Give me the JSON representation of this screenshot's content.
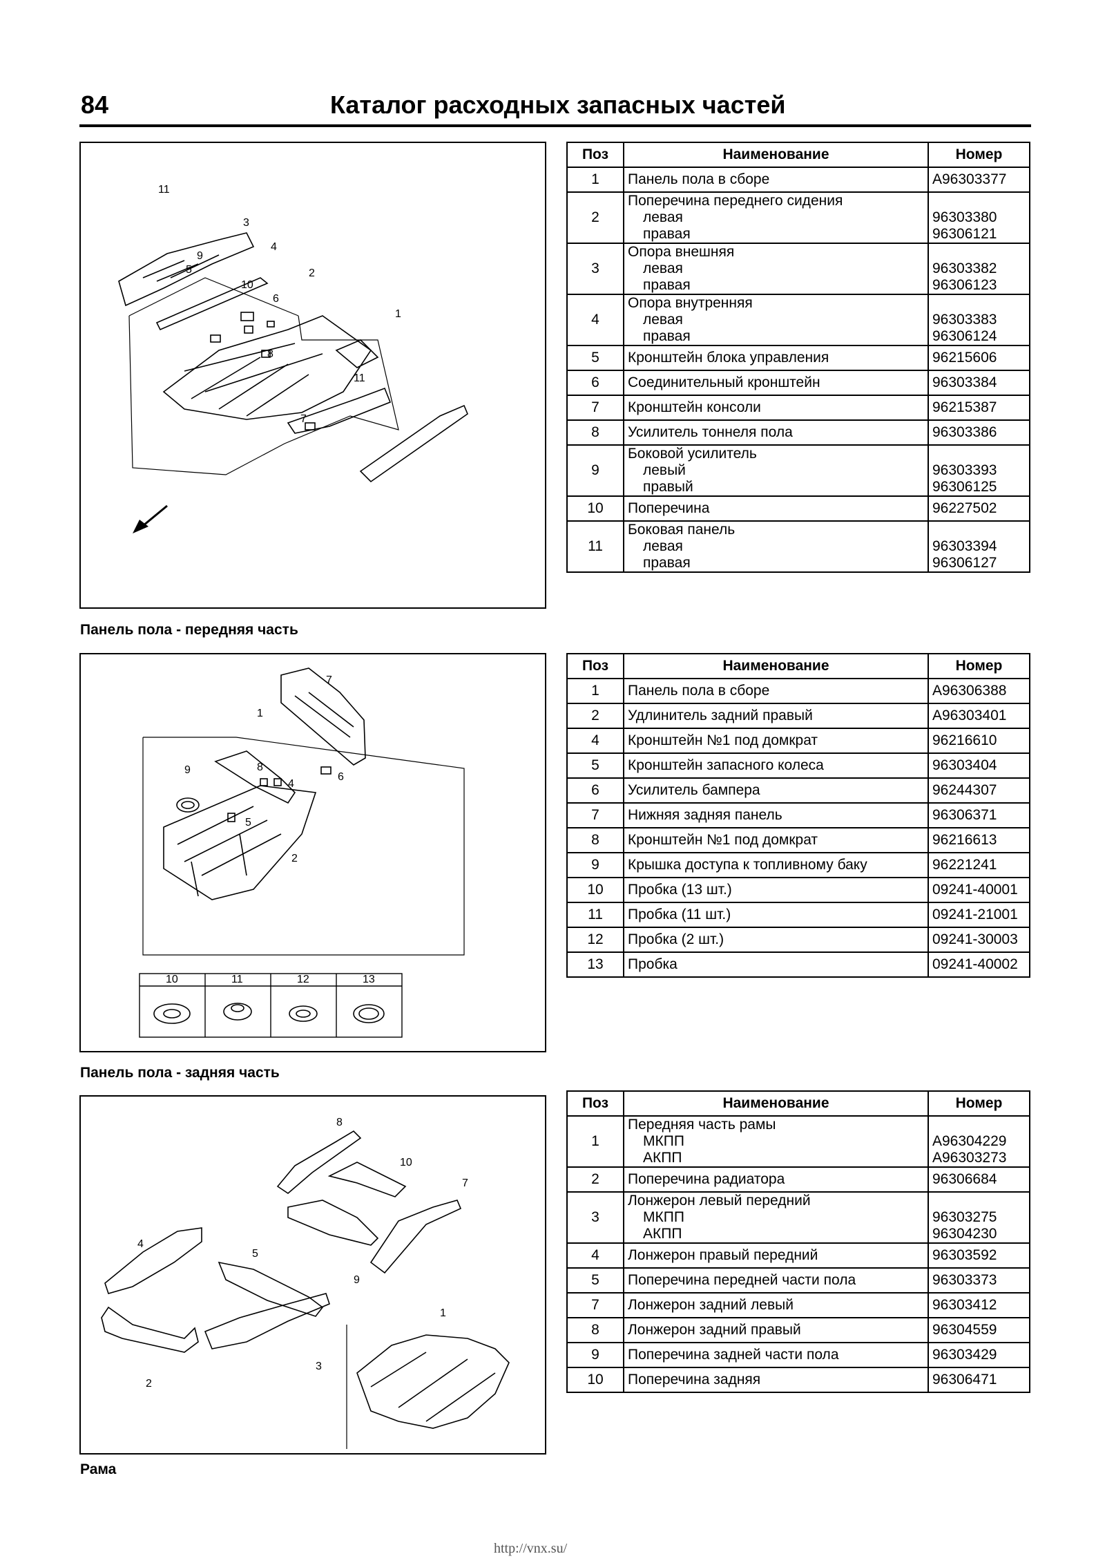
{
  "header": {
    "page_number": "84",
    "title": "Каталог расходных запасных частей"
  },
  "sections": [
    {
      "caption": "Панель пола - передняя часть",
      "columns": [
        "Поз",
        "Наименование",
        "Номер"
      ],
      "rows": [
        {
          "pos": "1",
          "name": "Панель пола в сборе",
          "subs": [],
          "numbers": [
            "A96303377"
          ]
        },
        {
          "pos": "2",
          "name": "Поперечина переднего сидения",
          "subs": [
            "левая",
            "правая"
          ],
          "numbers": [
            "96303380",
            "96306121"
          ]
        },
        {
          "pos": "3",
          "name": "Опора внешняя",
          "subs": [
            "левая",
            "правая"
          ],
          "numbers": [
            "96303382",
            "96306123"
          ]
        },
        {
          "pos": "4",
          "name": "Опора внутренняя",
          "subs": [
            "левая",
            "правая"
          ],
          "numbers": [
            "96303383",
            "96306124"
          ]
        },
        {
          "pos": "5",
          "name": "Кронштейн блока управления",
          "subs": [],
          "numbers": [
            "96215606"
          ]
        },
        {
          "pos": "6",
          "name": "Соединительный кронштейн",
          "subs": [],
          "numbers": [
            "96303384"
          ]
        },
        {
          "pos": "7",
          "name": "Кронштейн консоли",
          "subs": [],
          "numbers": [
            "96215387"
          ]
        },
        {
          "pos": "8",
          "name": "Усилитель тоннеля пола",
          "subs": [],
          "numbers": [
            "96303386"
          ]
        },
        {
          "pos": "9",
          "name": "Боковой усилитель",
          "subs": [
            "левый",
            "правый"
          ],
          "numbers": [
            "96303393",
            "96306125"
          ]
        },
        {
          "pos": "10",
          "name": "Поперечина",
          "subs": [],
          "numbers": [
            "96227502"
          ]
        },
        {
          "pos": "11",
          "name": "Боковая панель",
          "subs": [
            "левая",
            "правая"
          ],
          "numbers": [
            "96303394",
            "96306127"
          ]
        }
      ],
      "callouts": [
        "1",
        "2",
        "3",
        "4",
        "5",
        "6",
        "7",
        "8",
        "9",
        "10",
        "11",
        "11"
      ]
    },
    {
      "caption": "Панель пола - задняя часть",
      "columns": [
        "Поз",
        "Наименование",
        "Номер"
      ],
      "rows": [
        {
          "pos": "1",
          "name": "Панель пола в сборе",
          "subs": [],
          "numbers": [
            "A96306388"
          ]
        },
        {
          "pos": "2",
          "name": "Удлинитель задний правый",
          "subs": [],
          "numbers": [
            "A96303401"
          ]
        },
        {
          "pos": "4",
          "name": "Кронштейн №1 под домкрат",
          "subs": [],
          "numbers": [
            "96216610"
          ]
        },
        {
          "pos": "5",
          "name": "Кронштейн запасного колеса",
          "subs": [],
          "numbers": [
            "96303404"
          ]
        },
        {
          "pos": "6",
          "name": "Усилитель бампера",
          "subs": [],
          "numbers": [
            "96244307"
          ]
        },
        {
          "pos": "7",
          "name": "Нижняя задняя панель",
          "subs": [],
          "numbers": [
            "96306371"
          ]
        },
        {
          "pos": "8",
          "name": "Кронштейн №1 под домкрат",
          "subs": [],
          "numbers": [
            "96216613"
          ]
        },
        {
          "pos": "9",
          "name": "Крышка доступа к топливному баку",
          "subs": [],
          "numbers": [
            "96221241"
          ]
        },
        {
          "pos": "10",
          "name": "Пробка (13 шт.)",
          "subs": [],
          "numbers": [
            "09241-40001"
          ]
        },
        {
          "pos": "11",
          "name": "Пробка (11 шт.)",
          "subs": [],
          "numbers": [
            "09241-21001"
          ]
        },
        {
          "pos": "12",
          "name": "Пробка (2 шт.)",
          "subs": [],
          "numbers": [
            "09241-30003"
          ]
        },
        {
          "pos": "13",
          "name": "Пробка",
          "subs": [],
          "numbers": [
            "09241-40002"
          ]
        }
      ],
      "callouts": [
        "1",
        "2",
        "4",
        "5",
        "6",
        "7",
        "8",
        "9"
      ],
      "plug_labels": [
        "10",
        "11",
        "12",
        "13"
      ]
    },
    {
      "caption": "Рама",
      "columns": [
        "Поз",
        "Наименование",
        "Номер"
      ],
      "rows": [
        {
          "pos": "1",
          "name": "Передняя часть рамы",
          "subs": [
            "МКПП",
            "АКПП"
          ],
          "numbers": [
            "A96304229",
            "A96303273"
          ]
        },
        {
          "pos": "2",
          "name": "Поперечина радиатора",
          "subs": [],
          "numbers": [
            "96306684"
          ]
        },
        {
          "pos": "3",
          "name": "Лонжерон левый передний",
          "subs": [
            "МКПП",
            "АКПП"
          ],
          "numbers": [
            "96303275",
            "96304230"
          ]
        },
        {
          "pos": "4",
          "name": "Лонжерон правый передний",
          "subs": [],
          "numbers": [
            "96303592"
          ]
        },
        {
          "pos": "5",
          "name": "Поперечина передней части пола",
          "subs": [],
          "numbers": [
            "96303373"
          ]
        },
        {
          "pos": "7",
          "name": "Лонжерон задний левый",
          "subs": [],
          "numbers": [
            "96303412"
          ]
        },
        {
          "pos": "8",
          "name": "Лонжерон задний правый",
          "subs": [],
          "numbers": [
            "96304559"
          ]
        },
        {
          "pos": "9",
          "name": "Поперечина задней части пола",
          "subs": [],
          "numbers": [
            "96303429"
          ]
        },
        {
          "pos": "10",
          "name": "Поперечина задняя",
          "subs": [],
          "numbers": [
            "96306471"
          ]
        }
      ],
      "callouts": [
        "1",
        "2",
        "3",
        "4",
        "5",
        "7",
        "8",
        "9",
        "10"
      ]
    }
  ],
  "footer": {
    "url": "http://vnx.su/"
  }
}
